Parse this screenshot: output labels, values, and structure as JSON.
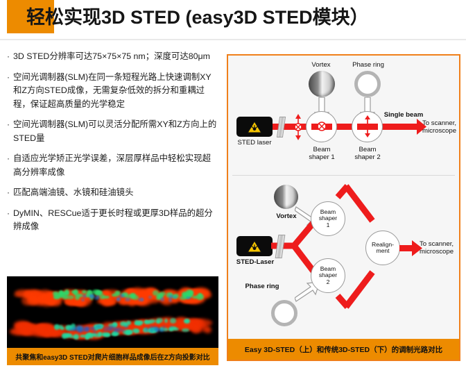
{
  "slide": {
    "title": "轻松实现3D STED (easy3D STED模块）",
    "accent_color": "#ED8B00",
    "text_color": "#161616"
  },
  "bullets": [
    {
      "marker": "·",
      "text": "3D STED分辨率可达75×75×75 nm；深度可达80μm"
    },
    {
      "marker": "·",
      "text": "空间光调制器(SLM)在同一条短程光路上快速调制XY和Z方向STED成像，无需复杂低效的拆分和重耦过程，保证超高质量的光学稳定"
    },
    {
      "marker": "·",
      "text": "空间光调制器(SLM)可以灵活分配所需XY和Z方向上的STED量"
    },
    {
      "marker": "·",
      "text": "自适应光学矫正光学误差，深层厚样品中轻松实现超高分辨率成像"
    },
    {
      "marker": "·",
      "text": "匹配高端油镜、水镜和硅油镜头"
    },
    {
      "marker": "·",
      "text": "DyMIN、RESCue适于更长时程或更厚3D样品的超分辨成像"
    }
  ],
  "left_figure": {
    "caption": "共聚焦和easy3D STED对爬片细胞样品成像后在Z方向投影对比",
    "caption_bg": "#ED8B00",
    "background": "#000000"
  },
  "right_panel": {
    "border_color": "#F07F1A",
    "background": "#f6f6f6",
    "caption": "Easy 3D-STED（上）和传统3D-STED（下）的调制光路对比",
    "caption_bg": "#ED8B00",
    "beam_color": "#EE1C1C",
    "top_diagram": {
      "name": "easy3D-STED single beam path",
      "laser_label": "STED laser",
      "vortex_label": "Vortex",
      "phase_ring_label": "Phase ring",
      "beam_shaper_1": "Beam\nshaper 1",
      "beam_shaper_1_line1": "Beam",
      "beam_shaper_1_line2": "shaper 1",
      "beam_shaper_2_line1": "Beam",
      "beam_shaper_2_line2": "shaper 2",
      "single_beam_label": "Single beam",
      "output_line1": "To scanner,",
      "output_line2": "microscope"
    },
    "bottom_diagram": {
      "name": "conventional 3D-STED split path",
      "laser_label": "STED-Laser",
      "vortex_label": "Vortex",
      "phase_ring_label": "Phase ring",
      "beam_shaper_1_line1": "Beam",
      "beam_shaper_1_line2": "shaper",
      "beam_shaper_1_line3": "1",
      "beam_shaper_2_line1": "Beam",
      "beam_shaper_2_line2": "shaper",
      "beam_shaper_2_line3": "2",
      "realign_line1": "Realign-",
      "realign_line2": "ment",
      "output_line1": "To scanner,",
      "output_line2": "microscope"
    }
  }
}
